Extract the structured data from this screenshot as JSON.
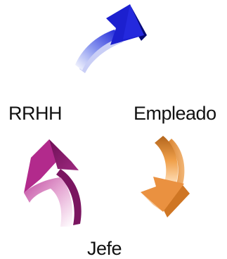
{
  "cycle": {
    "nodes": [
      {
        "label": "RRHH"
      },
      {
        "label": "Empleado"
      },
      {
        "label": "Jefe"
      }
    ],
    "arrows": [
      {
        "icon": "curved-arrow-blue-icon",
        "color": "#1a1acc"
      },
      {
        "icon": "curved-arrow-orange-icon",
        "color": "#e8892a"
      },
      {
        "icon": "curved-arrow-magenta-icon",
        "color": "#b02a8a"
      }
    ]
  }
}
